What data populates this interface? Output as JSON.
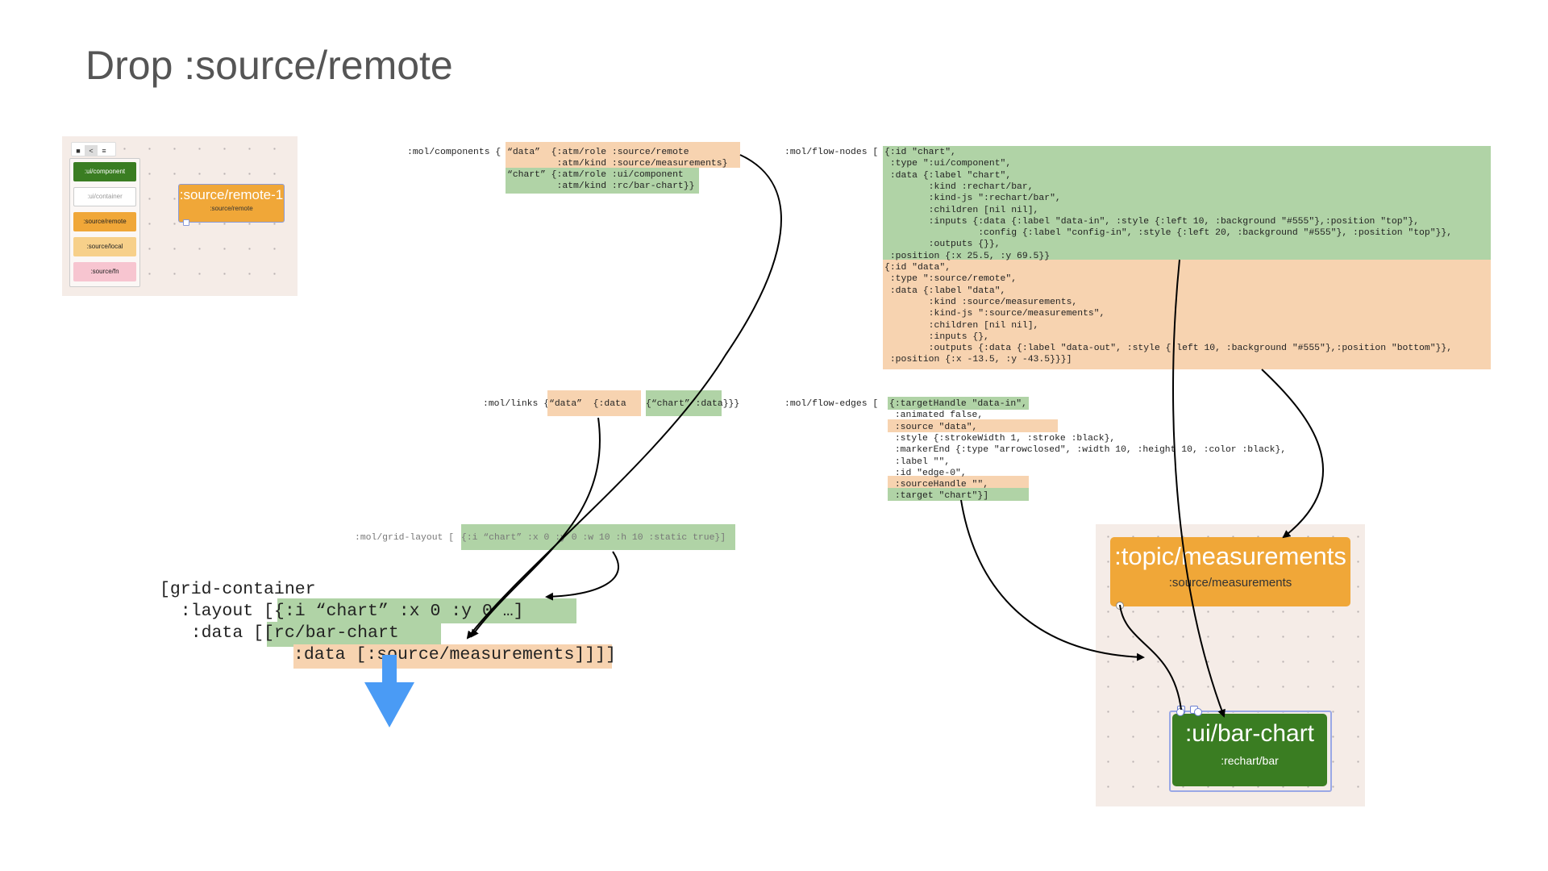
{
  "title": "Drop :source/remote",
  "editor": {
    "toolbar": [
      "■",
      "<",
      "≡"
    ],
    "palette": [
      {
        "label": ":ui/component",
        "color": "#3a7d22",
        "text_color": "#ffffff"
      },
      {
        "label": ":ui/container",
        "color": "#ffffff",
        "text_color": "#999999"
      },
      {
        "label": ":source/remote",
        "color": "#f0a738",
        "text_color": "#222222"
      },
      {
        "label": ":source/local",
        "color": "#f7d08a",
        "text_color": "#222222"
      },
      {
        "label": ":source/fn",
        "color": "#f7c5d0",
        "text_color": "#222222"
      }
    ],
    "node": {
      "title": ":source/remote-1",
      "subtitle": ":source/remote"
    }
  },
  "components": {
    "label": ":mol/components {",
    "lines": [
      "“data”  {:atm/role :source/remote",
      "         :atm/kind :source/measurements}",
      "“chart” {:atm/role :ui/component",
      "         :atm/kind :rc/bar-chart}}"
    ]
  },
  "links": {
    "label": ":mol/links {",
    "data_part": "“data”  {:data",
    "chart_part": "{“chart” :data}}}"
  },
  "grid_layout": {
    "label": ":mol/grid-layout [",
    "value": "{:i “chart” :x 0 :y 0 :w 10 :h 10 :static true}]"
  },
  "flow_nodes": {
    "label": ":mol/flow-nodes [",
    "chart_lines": [
      "{:id \"chart\",",
      " :type \":ui/component\",",
      " :data {:label \"chart\",",
      "        :kind :rechart/bar,",
      "        :kind-js \":rechart/bar\",",
      "        :children [nil nil],",
      "        :inputs {:data {:label \"data-in\", :style {:left 10, :background \"#555\"},:position \"top\"},",
      "                 :config {:label \"config-in\", :style {:left 20, :background \"#555\"}, :position \"top\"}},",
      "        :outputs {}},",
      " :position {:x 25.5, :y 69.5}}"
    ],
    "data_lines": [
      "{:id \"data\",",
      " :type \":source/remote\",",
      " :data {:label \"data\",",
      "        :kind :source/measurements,",
      "        :kind-js \":source/measurements\",",
      "        :children [nil nil],",
      "        :inputs {},",
      "        :outputs {:data {:label \"data-out\", :style {:left 10, :background \"#555\"},:position \"bottom\"}},",
      " :position {:x -13.5, :y -43.5}}}]"
    ]
  },
  "flow_edges": {
    "label": ":mol/flow-edges [",
    "lines": [
      "{:targetHandle \"data-in\",",
      " :animated false,",
      " :source \"data\",",
      " :style {:strokeWidth 1, :stroke :black},",
      " :markerEnd {:type \"arrowclosed\", :width 10, :height 10, :color :black},",
      " :label \"\",",
      " :id \"edge-0\",",
      " :sourceHandle \"\",",
      " :target \"chart\"}]"
    ]
  },
  "grid_container": {
    "line1": "[grid-container",
    "line2_prefix": "  :layout ",
    "line2_hl": "[{:i “chart” :x 0 :y 0 …]",
    "line3_prefix": "   :data [",
    "line3_hl": "[rc/bar-chart",
    "line4_hl": ":data [:source/measurements",
    "line4_suffix": "]]]]"
  },
  "flow": {
    "topic_node": {
      "title": ":topic/measurements",
      "subtitle": ":source/measurements"
    },
    "chart_node": {
      "title": ":ui/bar-chart",
      "subtitle": ":rechart/bar"
    }
  },
  "colors": {
    "green_hl": "#b0d3a6",
    "orange_hl": "#f7d3b0",
    "source_node": "#f0a738",
    "component_node": "#3a7d22",
    "arrow_blue": "#4a9bf5"
  }
}
